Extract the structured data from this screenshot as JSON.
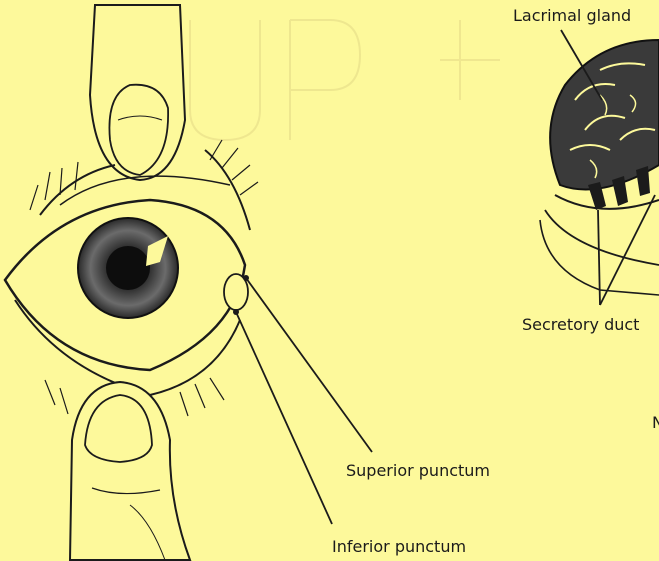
{
  "labels": {
    "lacrimal_gland": "Lacrimal gland",
    "secretory_ducts": "Secretory duct",
    "partial_label": "N",
    "superior_punctum": "Superior punctum",
    "inferior_punctum": "Inferior punctum"
  },
  "colors": {
    "background": "#fdf99b",
    "ink": "#1b1b1b",
    "gland_shade": "#2a2a2a"
  }
}
